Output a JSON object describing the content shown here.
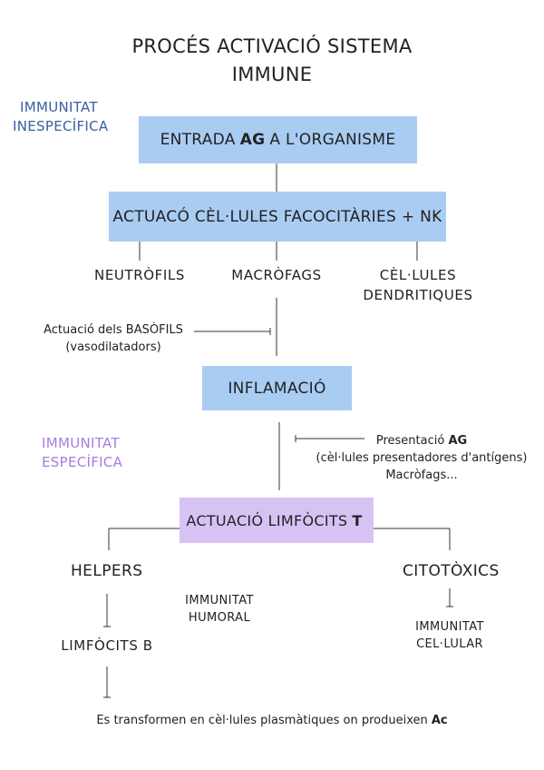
{
  "title": {
    "line1": "PROCÉS ACTIVACIÓ SISTEMA",
    "line2": "IMMUNE"
  },
  "side_labels": {
    "inespecifica": {
      "line1": "IMMUNITAT",
      "line2": "INESPECÍFICA",
      "color": "#3a5fa0"
    },
    "especifica": {
      "line1": "IMMUNITAT",
      "line2": "ESPECÍFICA",
      "color": "#a77de0"
    }
  },
  "boxes": {
    "entrada": {
      "pre": "ENTRADA",
      "bold": "AG",
      "post": "A L'ORGANISME"
    },
    "actuacio_fagocitaries": {
      "text": "ACTUACÓ CÈL·LULES FACOCITÀRIES + NK"
    },
    "inflamacio": {
      "text": "INFLAMACIÓ"
    },
    "limfocits_t": {
      "pre": "ACTUACIÓ LIMFÒCITS",
      "bold": "T"
    }
  },
  "cells": {
    "neutrofils": "NEUTRÒFILS",
    "macrofags": "MACRÒFAGS",
    "dendritiques_line1": "CÈL·LULES",
    "dendritiques_line2": "DENDRITIQUES"
  },
  "basofils": {
    "line1": "Actuació dels BASÒFILS",
    "line2": "(vasodilatadors)"
  },
  "presentacio": {
    "line1_pre": "Presentació",
    "line1_bold": "AG",
    "line2": "(cèl·lules presentadores d'antígens)",
    "line3": "Macròfags..."
  },
  "t_branches": {
    "helpers": "HELPERS",
    "citotoxics": "CITOTÒXICS"
  },
  "humoral": {
    "line1": "IMMUNITAT",
    "line2": "HUMORAL"
  },
  "cellular": {
    "line1": "IMMUNITAT",
    "line2": "CEL·LULAR"
  },
  "limfocits_b": "LIMFÒCITS B",
  "footer": {
    "pre": "Es transformen en cèl·lules plasmàtiques on produeixen",
    "bold": "Ac"
  },
  "colors": {
    "box_blue": "#a9ccf3",
    "box_purple": "#d7c2f4",
    "line": "#333333"
  }
}
